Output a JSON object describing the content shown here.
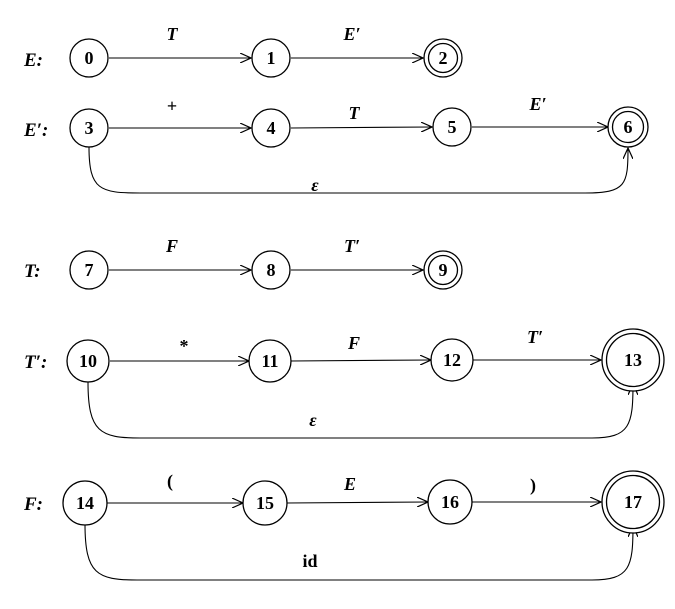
{
  "diagrams": [
    {
      "name": "E:",
      "states": [
        "0",
        "1",
        "2"
      ]
    },
    {
      "name": "E′:",
      "states": [
        "3",
        "4",
        "5",
        "6"
      ]
    },
    {
      "name": "T:",
      "states": [
        "7",
        "8",
        "9"
      ]
    },
    {
      "name": "T′:",
      "states": [
        "10",
        "11",
        "12",
        "13"
      ]
    },
    {
      "name": "F:",
      "states": [
        "14",
        "15",
        "16",
        "17"
      ]
    }
  ],
  "transitions": [
    {
      "from": "0",
      "to": "1",
      "label": "T"
    },
    {
      "from": "1",
      "to": "2",
      "label": "E′"
    },
    {
      "from": "3",
      "to": "4",
      "label": "+"
    },
    {
      "from": "4",
      "to": "5",
      "label": "T"
    },
    {
      "from": "5",
      "to": "6",
      "label": "E′"
    },
    {
      "from": "3",
      "to": "6",
      "label": "ε"
    },
    {
      "from": "7",
      "to": "8",
      "label": "F"
    },
    {
      "from": "8",
      "to": "9",
      "label": "T′"
    },
    {
      "from": "10",
      "to": "11",
      "label": "*"
    },
    {
      "from": "11",
      "to": "12",
      "label": "F"
    },
    {
      "from": "12",
      "to": "13",
      "label": "T′"
    },
    {
      "from": "10",
      "to": "13",
      "label": "ε"
    },
    {
      "from": "14",
      "to": "15",
      "label": "("
    },
    {
      "from": "15",
      "to": "16",
      "label": "E"
    },
    {
      "from": "16",
      "to": "17",
      "label": ")"
    },
    {
      "from": "14",
      "to": "17",
      "label": "id"
    }
  ],
  "accepting": [
    "2",
    "6",
    "9",
    "13",
    "17"
  ]
}
